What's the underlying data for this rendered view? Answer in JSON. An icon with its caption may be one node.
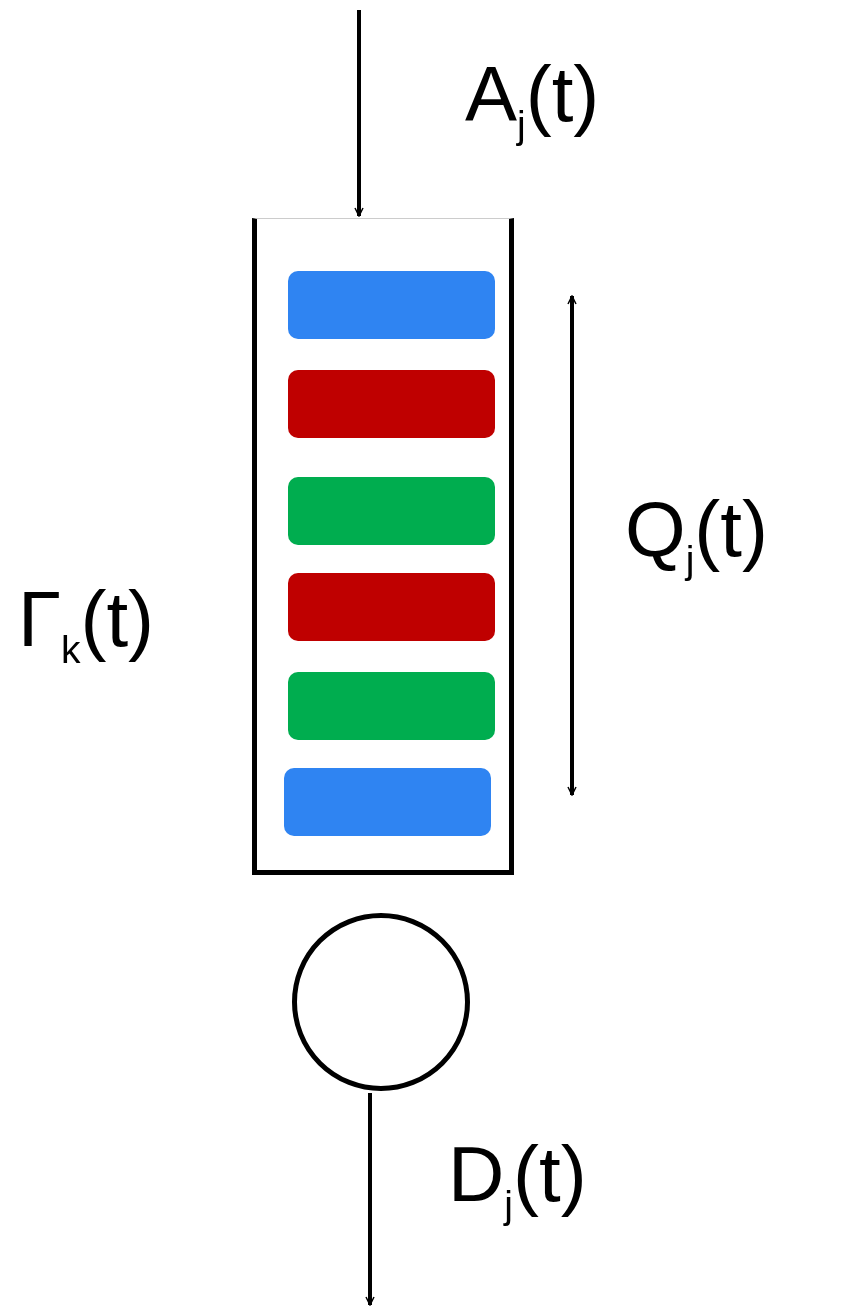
{
  "diagram": {
    "nodes": [
      {
        "text": [],
        "shape": "box"
      },
      {
        "text": [],
        "shape": "bar",
        "in": 0
      },
      {
        "text": [],
        "shape": "bar",
        "in": 0
      },
      {
        "text": [],
        "shape": "bar",
        "in": 0
      },
      {
        "text": [],
        "shape": "bar",
        "in": 0
      },
      {
        "text": [],
        "shape": "bar",
        "in": 0
      },
      {
        "text": [],
        "shape": "bar",
        "in": 0
      },
      {
        "text": [],
        "shape": "circle"
      }
    ],
    "edges": [
      {
        "from": null,
        "to": 0,
        "arrow": "to",
        "label": "A$_{j}$(t)"
      },
      {
        "from": 7,
        "to": null,
        "arrow": "to",
        "label": "D$_{j}$(t)"
      }
    ],
    "labels": [
      "Γ$_{k}$(t)",
      "Q$_{j}$(t)"
    ]
  }
}
